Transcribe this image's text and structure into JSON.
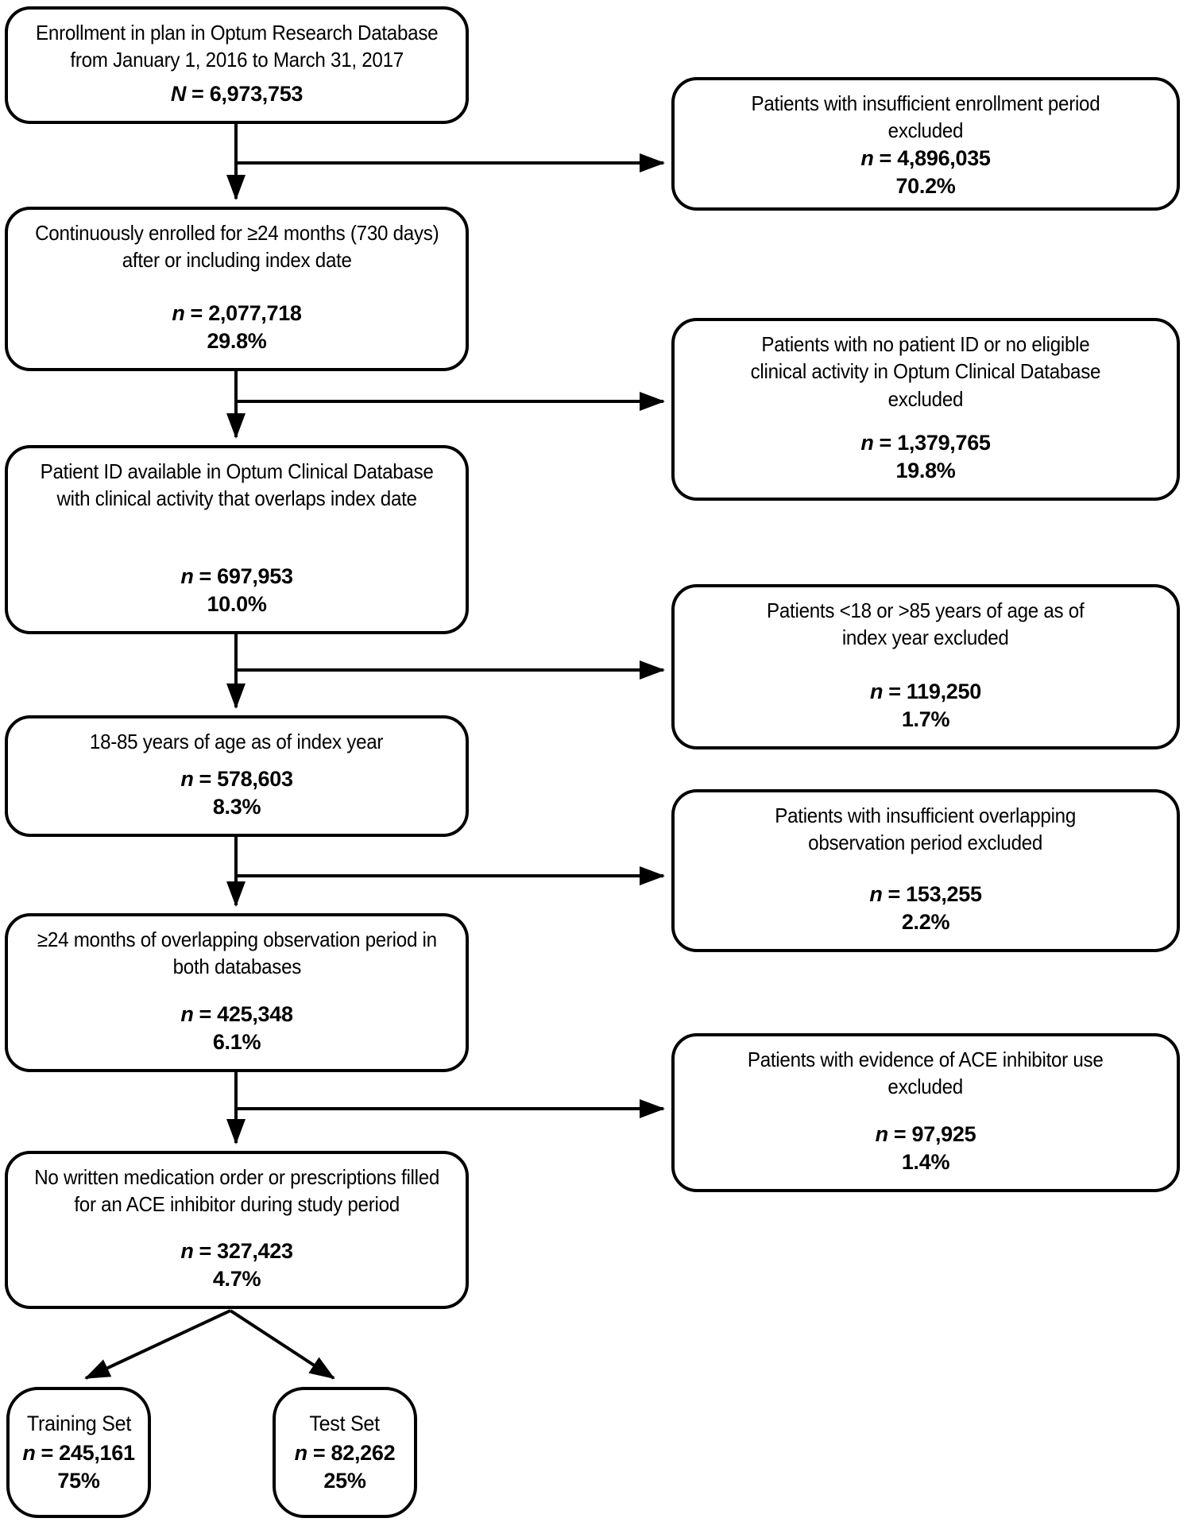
{
  "figure": {
    "steps": [
      {
        "line1": "Enrollment in plan in Optum Research Database",
        "line2": "from January 1, 2016 to March 31, 2017",
        "n_label": "N",
        "n_value": "= 6,973,753"
      },
      {
        "line1": "Continuously enrolled for ≥24 months (730 days)",
        "line2": "after or including index date",
        "n_label": "n",
        "n_value": "= 2,077,718",
        "pct": "29.8%"
      },
      {
        "line1": "Patient ID available in Optum Clinical Database",
        "line2": "with clinical activity that overlaps index date",
        "n_label": "n",
        "n_value": "= 697,953",
        "pct": "10.0%"
      },
      {
        "line1": "18-85 years of age as of index year",
        "n_label": "n",
        "n_value": "= 578,603",
        "pct": "8.3%"
      },
      {
        "line1": "≥24 months of overlapping observation period in",
        "line2": "both databases",
        "n_label": "n",
        "n_value": "= 425,348",
        "pct": "6.1%"
      },
      {
        "line1": "No written medication order or prescriptions filled",
        "line2": "for an ACE inhibitor during study period",
        "n_label": "n",
        "n_value": "= 327,423",
        "pct": "4.7%"
      }
    ],
    "exclusions": [
      {
        "line1": "Patients with insufficient enrollment period",
        "line2": "excluded",
        "n_label": "n",
        "n_value": "= 4,896,035",
        "pct": "70.2%"
      },
      {
        "line1": "Patients with no patient ID or no eligible",
        "line2": "clinical activity in Optum Clinical Database",
        "line3": "excluded",
        "n_label": "n",
        "n_value": "= 1,379,765",
        "pct": "19.8%"
      },
      {
        "line1": "Patients <18 or >85 years of age as of",
        "line2": "index year excluded",
        "n_label": "n",
        "n_value": "= 119,250",
        "pct": "1.7%"
      },
      {
        "line1": "Patients with insufficient overlapping",
        "line2": "observation period excluded",
        "n_label": "n",
        "n_value": "= 153,255",
        "pct": "2.2%"
      },
      {
        "line1": "Patients with evidence of ACE inhibitor use",
        "line2": "excluded",
        "n_label": "n",
        "n_value": "= 97,925",
        "pct": "1.4%"
      }
    ],
    "splits": [
      {
        "line1": "Training Set",
        "n_label": "n",
        "n_value": "= 245,161",
        "pct": "75%"
      },
      {
        "line1": "Test Set",
        "n_label": "n",
        "n_value": "= 82,262",
        "pct": "25%"
      }
    ]
  }
}
